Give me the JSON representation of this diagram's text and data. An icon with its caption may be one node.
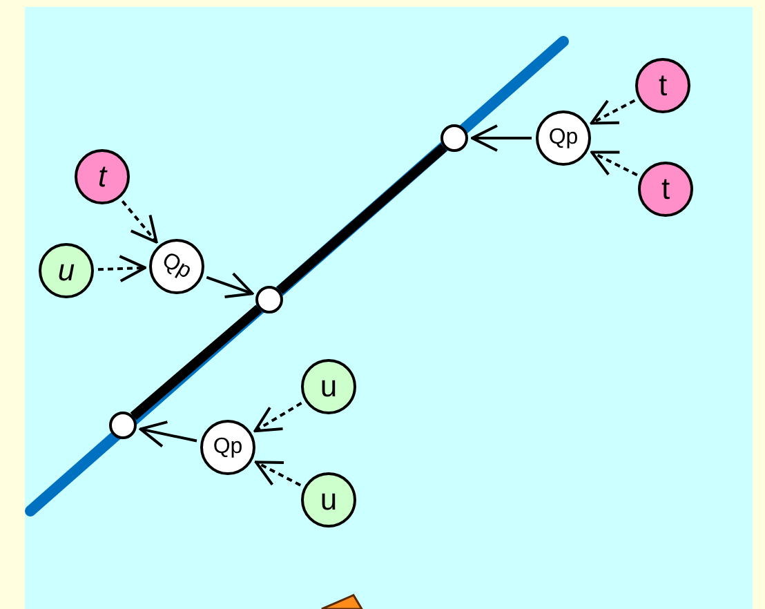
{
  "diagram": {
    "nodes": [
      {
        "text": [
          "t"
        ]
      },
      {
        "text": [
          "u"
        ]
      },
      {
        "text": [
          "Qp"
        ]
      },
      {
        "text": [],
        "shape": "circle"
      },
      {
        "text": [
          "t"
        ]
      },
      {
        "text": [
          "t"
        ]
      },
      {
        "text": [
          "Qp"
        ]
      },
      {
        "text": [],
        "shape": "circle"
      },
      {
        "text": [
          "u"
        ]
      },
      {
        "text": [
          "u"
        ]
      },
      {
        "text": [
          "Qp"
        ]
      },
      {
        "text": [],
        "shape": "circle"
      }
    ],
    "edges": [
      {
        "from": 0,
        "to": 2,
        "arrow": "to",
        "style": "dashed"
      },
      {
        "from": 1,
        "to": 2,
        "arrow": "to",
        "style": "dashed"
      },
      {
        "from": 2,
        "to": 3,
        "arrow": "to"
      },
      {
        "from": 4,
        "to": 6,
        "arrow": "to",
        "style": "dashed"
      },
      {
        "from": 5,
        "to": 6,
        "arrow": "to",
        "style": "dashed"
      },
      {
        "from": 6,
        "to": 7,
        "arrow": "to"
      },
      {
        "from": 8,
        "to": 10,
        "arrow": "to",
        "style": "dashed"
      },
      {
        "from": 9,
        "to": 10,
        "arrow": "to",
        "style": "dashed"
      },
      {
        "from": 10,
        "to": 11,
        "arrow": "to"
      },
      {
        "from": 11,
        "to": 3,
        "arrow": "none",
        "style": "thick"
      },
      {
        "from": 3,
        "to": 7,
        "arrow": "none",
        "style": "thick"
      }
    ]
  }
}
